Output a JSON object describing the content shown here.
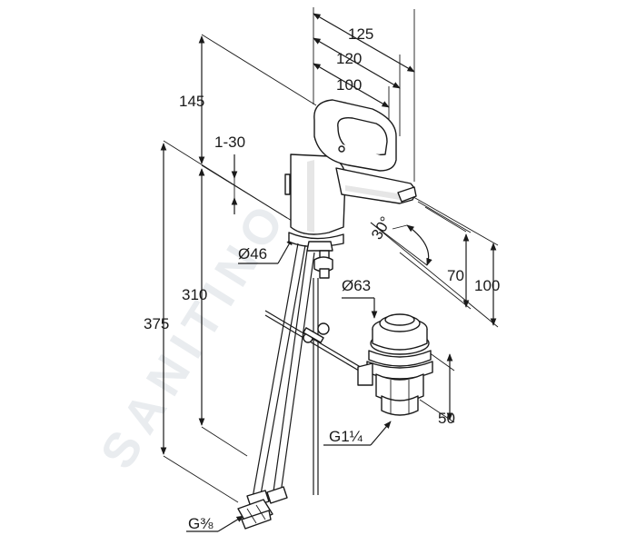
{
  "watermark": "SANITINO",
  "dimensions": {
    "d125": "125",
    "d120": "120",
    "d100_top": "100",
    "d145": "145",
    "d1_30": "1-30",
    "d30deg": "30°",
    "d46": "Ø46",
    "d310": "310",
    "d375": "375",
    "d70": "70",
    "d100_right": "100",
    "d63": "Ø63",
    "d50": "50",
    "g114": "G1¼",
    "g38": "G⅜"
  }
}
